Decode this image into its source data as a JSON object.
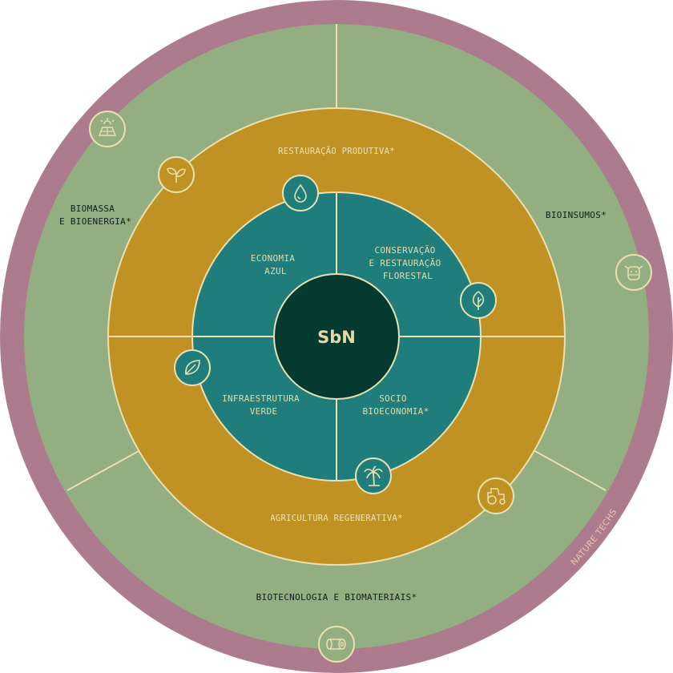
{
  "colors": {
    "outer_ring": "#AC7C8E",
    "outer_segment": "#93AE80",
    "middle_ring": "#BF9223",
    "inner_ring": "#1F7E7B",
    "center": "#053A30",
    "line": "#EAE0B0",
    "center_text": "#E6D9A6",
    "inner_text": "#E6D9A6",
    "middle_text": "#EFE2B8",
    "outer_text": "#0E1F1A",
    "ring_text": "#E9C9B8"
  },
  "center": {
    "label": "SbN"
  },
  "inner_segments": [
    {
      "id": "economia-azul",
      "lines": [
        "ECONOMIA",
        "AZUL"
      ],
      "icon": "water-drop-icon"
    },
    {
      "id": "conservacao",
      "lines": [
        "CONSERVAÇÃO",
        "E RESTAURAÇÃO",
        "FLORESTAL"
      ],
      "icon": "tree-leaf-icon"
    },
    {
      "id": "socio-bioeconomia",
      "lines": [
        "SOCIO",
        "BIOECONOMIA*"
      ],
      "icon": "palm-tree-icon"
    },
    {
      "id": "infraestrutura-verde",
      "lines": [
        "INFRAESTRUTURA",
        "VERDE"
      ],
      "icon": "leaf-icon"
    }
  ],
  "middle_segments": [
    {
      "id": "restauracao-produtiva",
      "label": "RESTAURAÇÃO PRODUTIVA*",
      "icon": "sprout-icon"
    },
    {
      "id": "agricultura-regenerativa",
      "label": "AGRICULTURA REGENERATIVA*",
      "icon": "tractor-icon"
    }
  ],
  "outer_segments": [
    {
      "id": "biomassa",
      "lines": [
        "BIOMASSA",
        "E BIOENERGIA*"
      ],
      "icon": "solar-panel-icon"
    },
    {
      "id": "bioinsumos",
      "lines": [
        "BIOINSUMOS*"
      ],
      "icon": "cow-icon"
    },
    {
      "id": "biotecnologia",
      "lines": [
        "BIOTECNOLOGIA E BIOMATERIAIS*"
      ],
      "icon": "log-icon"
    }
  ],
  "outer_ring_label": "NATURE TECHS"
}
